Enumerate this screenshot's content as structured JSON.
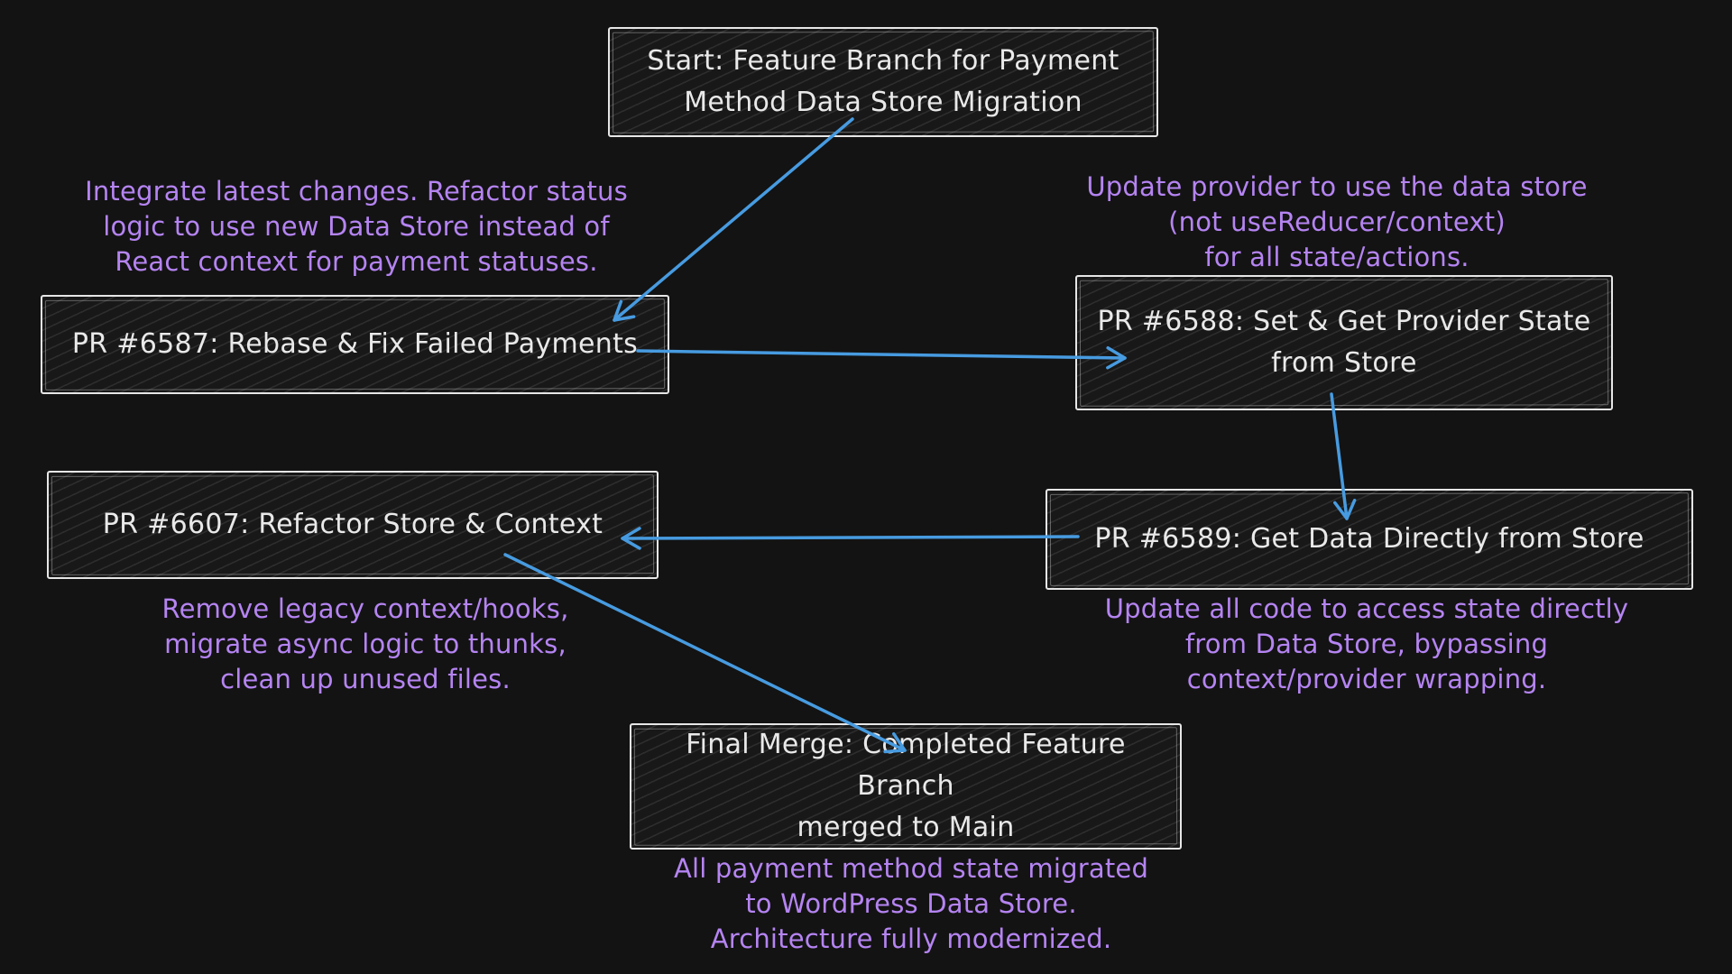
{
  "app": {
    "type": "whiteboard-diagram",
    "theme": "dark"
  },
  "colors": {
    "background": "#131313",
    "box_border": "#e6e6e6",
    "box_text": "#e9e9e9",
    "annotation_text": "#b584f2",
    "arrow": "#479be0"
  },
  "nodes": {
    "start": {
      "lines": [
        "Start: Feature Branch for Payment",
        "Method Data Store Migration"
      ]
    },
    "pr6587": {
      "lines": [
        "PR #6587: Rebase & Fix Failed Payments"
      ]
    },
    "pr6588": {
      "lines": [
        "PR #6588: Set & Get Provider State",
        "from Store"
      ]
    },
    "pr6589": {
      "lines": [
        "PR #6589: Get Data Directly from Store"
      ]
    },
    "pr6607": {
      "lines": [
        "PR #6607: Refactor Store & Context"
      ]
    },
    "final": {
      "lines": [
        "Final Merge: Completed Feature Branch",
        "merged to Main"
      ]
    }
  },
  "annotations": {
    "pr6587_note": {
      "lines": [
        "Integrate latest changes. Refactor status",
        "logic to use new Data Store instead of",
        "React context for payment statuses."
      ]
    },
    "pr6588_note": {
      "lines": [
        "Update provider to use the data store",
        "(not useReducer/context)",
        "for all state/actions."
      ]
    },
    "pr6589_note": {
      "lines": [
        "Update all code to access state directly",
        "from Data Store, bypassing",
        "context/provider wrapping."
      ]
    },
    "pr6607_note": {
      "lines": [
        "Remove legacy context/hooks,",
        "migrate async logic to thunks,",
        "clean up unused files."
      ]
    },
    "final_note": {
      "lines": [
        "All payment method state migrated",
        "to WordPress Data Store.",
        "Architecture fully modernized."
      ]
    }
  },
  "edges": [
    {
      "from": "start",
      "to": "pr6587"
    },
    {
      "from": "pr6587",
      "to": "pr6588"
    },
    {
      "from": "pr6588",
      "to": "pr6589"
    },
    {
      "from": "pr6589",
      "to": "pr6607"
    },
    {
      "from": "pr6607",
      "to": "final"
    }
  ]
}
